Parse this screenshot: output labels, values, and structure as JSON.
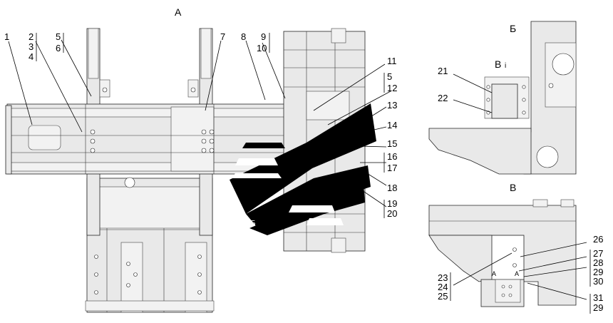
{
  "views": {
    "main": "А",
    "top_right": "Б",
    "inset": "В",
    "inset_ref": "В",
    "inset_ref_sub": "i"
  },
  "section_marks": [
    "А",
    "А"
  ],
  "callouts": {
    "c1": "1",
    "c2": "2",
    "c3": "3",
    "c4": "4",
    "c5a": "5",
    "c6a": "6",
    "c7": "7",
    "c8": "8",
    "c9": "9",
    "c10": "10",
    "c11": "11",
    "c5b": "5",
    "c12": "12",
    "c13": "13",
    "c14": "14",
    "c15": "15",
    "c16": "16",
    "c17": "17",
    "c18": "18",
    "c19": "19",
    "c20": "20",
    "c21": "21",
    "c22": "22",
    "c23": "23",
    "c24": "24",
    "c25": "25",
    "c26": "26",
    "c27": "27",
    "c28": "28",
    "c29a": "29",
    "c30": "30",
    "c31": "31",
    "c29b": "29"
  },
  "logo_glyph": "Б",
  "colors": {
    "line": "#000000",
    "fill": "#e9e9e9",
    "logo": "#000000"
  }
}
